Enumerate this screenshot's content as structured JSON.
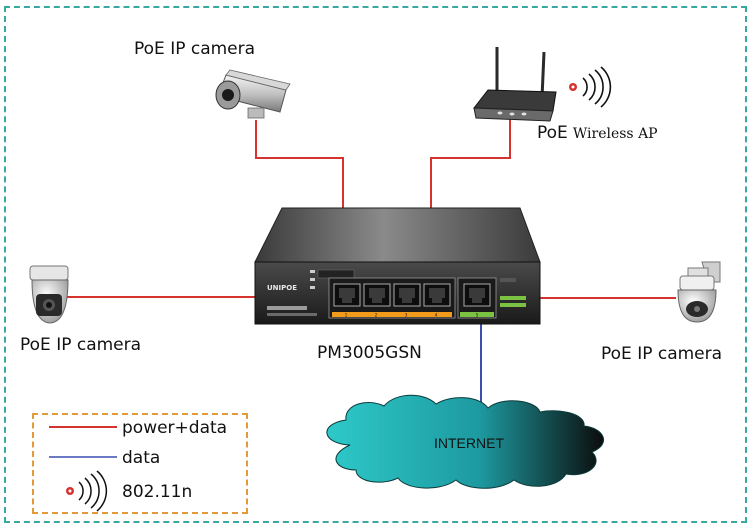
{
  "labels": {
    "camera_top": "PoE IP camera",
    "wireless_ap_prefix": "PoE",
    "wireless_ap_suffix": "Wireless AP",
    "camera_left": "PoE IP camera",
    "camera_right": "PoE IP camera",
    "switch_model": "PM3005GSN",
    "internet": "INTERNET"
  },
  "switch": {
    "brand": "UNIPOE",
    "port_numbers": [
      "1",
      "2",
      "3",
      "4",
      "5"
    ]
  },
  "legend": {
    "items": [
      {
        "label": "power+data",
        "color": "#d6322e",
        "icon": "line-red"
      },
      {
        "label": "data",
        "color": "#3c4fb0",
        "icon": "line-blue"
      },
      {
        "label": "802.11n",
        "color": "#111111",
        "icon": "wifi-signal-icon"
      }
    ]
  },
  "colors": {
    "power_data_line": "#d6322e",
    "data_line": "#3c4fb0",
    "frame_border": "#3aa8a0",
    "legend_border": "#e39a3a",
    "cloud_teal": "#2ec9c9"
  }
}
